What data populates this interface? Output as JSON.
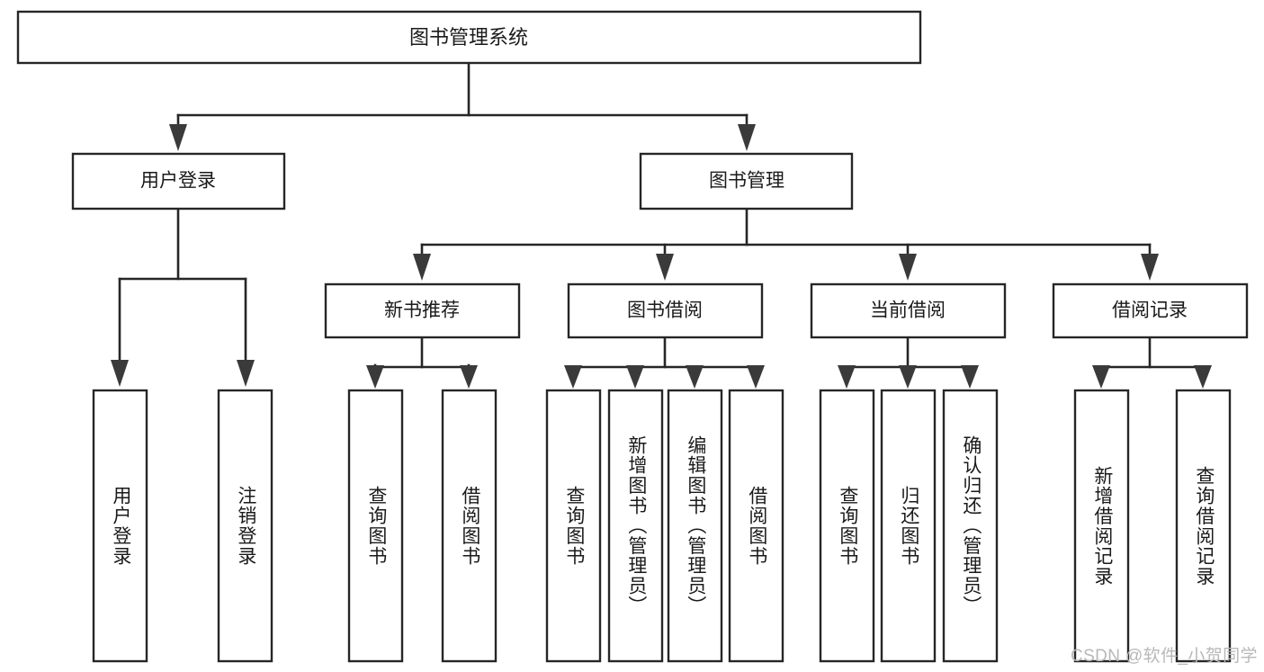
{
  "diagram": {
    "type": "tree-hierarchy",
    "title": "图书管理系统",
    "root": {
      "id": "root",
      "label": "图书管理系统",
      "orientation": "horizontal"
    },
    "level2": [
      {
        "id": "user-login",
        "label": "用户登录",
        "orientation": "horizontal"
      },
      {
        "id": "book-management",
        "label": "图书管理",
        "orientation": "horizontal"
      }
    ],
    "level3": [
      {
        "id": "new-book-recommend",
        "label": "新书推荐",
        "parent": "book-management",
        "orientation": "horizontal"
      },
      {
        "id": "book-borrow",
        "label": "图书借阅",
        "parent": "book-management",
        "orientation": "horizontal"
      },
      {
        "id": "current-borrow",
        "label": "当前借阅",
        "parent": "book-management",
        "orientation": "horizontal"
      },
      {
        "id": "borrow-record",
        "label": "借阅记录",
        "parent": "book-management",
        "orientation": "horizontal"
      }
    ],
    "leaves": [
      {
        "id": "leaf-user-login",
        "label": "用户登录",
        "parent": "user-login",
        "orientation": "vertical"
      },
      {
        "id": "leaf-user-logout",
        "label": "注销登录",
        "parent": "user-login",
        "orientation": "vertical"
      },
      {
        "id": "leaf-query-book-1",
        "label": "查询图书",
        "parent": "new-book-recommend",
        "orientation": "vertical"
      },
      {
        "id": "leaf-borrow-book-1",
        "label": "借阅图书",
        "parent": "new-book-recommend",
        "orientation": "vertical"
      },
      {
        "id": "leaf-query-book-2",
        "label": "查询图书",
        "parent": "book-borrow",
        "orientation": "vertical"
      },
      {
        "id": "leaf-add-book",
        "label": "新增图书（管理员）",
        "parent": "book-borrow",
        "orientation": "vertical"
      },
      {
        "id": "leaf-edit-book",
        "label": "编辑图书（管理员）",
        "parent": "book-borrow",
        "orientation": "vertical"
      },
      {
        "id": "leaf-borrow-book-2",
        "label": "借阅图书",
        "parent": "book-borrow",
        "orientation": "vertical"
      },
      {
        "id": "leaf-query-book-3",
        "label": "查询图书",
        "parent": "current-borrow",
        "orientation": "vertical"
      },
      {
        "id": "leaf-return-book",
        "label": "归还图书",
        "parent": "current-borrow",
        "orientation": "vertical"
      },
      {
        "id": "leaf-confirm-return",
        "label": "确认归还（管理员）",
        "parent": "current-borrow",
        "orientation": "vertical"
      },
      {
        "id": "leaf-add-record",
        "label": "新增借阅记录",
        "parent": "borrow-record",
        "orientation": "vertical"
      },
      {
        "id": "leaf-query-record",
        "label": "查询借阅记录",
        "parent": "borrow-record",
        "orientation": "vertical"
      }
    ],
    "colors": {
      "background": "#ffffff",
      "box_fill": "#ffffff",
      "box_stroke": "#262626",
      "connector": "#262626",
      "text": "#1a1a1a",
      "watermark": "#b8b8b8"
    }
  },
  "watermark": {
    "text": "CSDN @软件_小贺同学"
  }
}
